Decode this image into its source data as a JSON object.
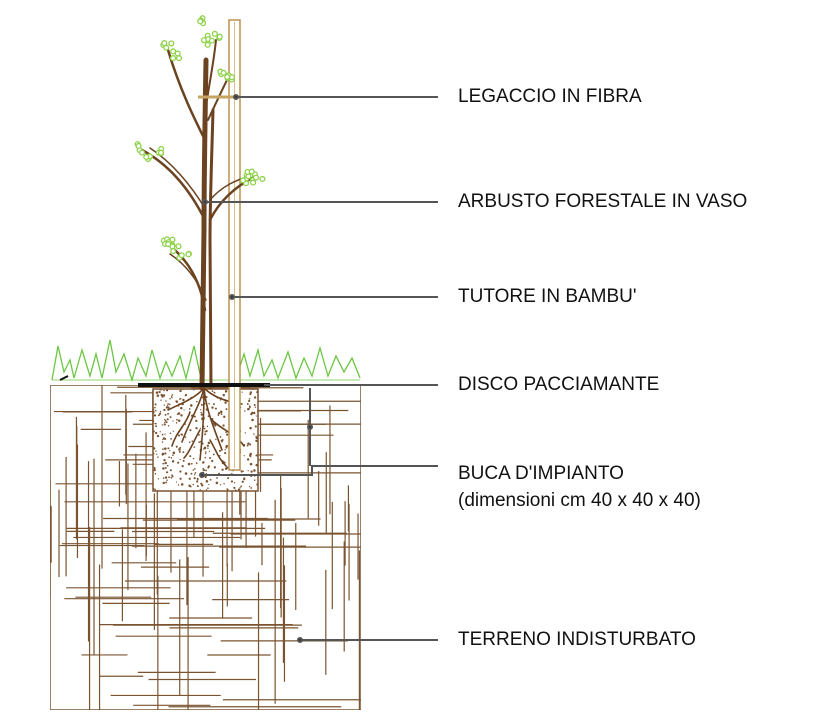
{
  "colors": {
    "soil": "#7a5430",
    "trunk": "#6b4320",
    "bamboo": "#c7a462",
    "grass": "#6cc644",
    "leaf": "#8ed24a",
    "leader": "#555555",
    "disc": "#111111"
  },
  "labels": {
    "tie": "LEGACCIO IN FIBRA",
    "shrub": "ARBUSTO FORESTALE IN VASO",
    "stake": "TUTORE IN BAMBU'",
    "mulch_disc": "DISCO PACCIAMANTE",
    "hole": "BUCA D'IMPIANTO",
    "hole_dimensions": "(dimensioni cm 40 x 40 x 40)",
    "soil": "TERRENO INDISTURBATO"
  }
}
